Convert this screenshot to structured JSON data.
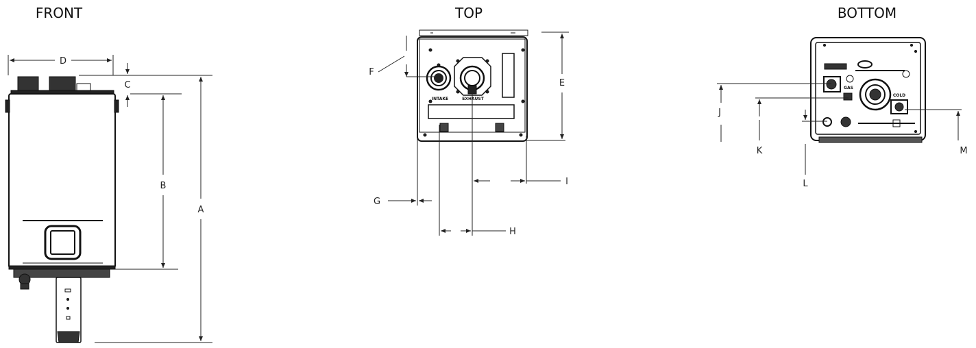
{
  "views": {
    "front": {
      "title": "FRONT"
    },
    "top": {
      "title": "TOP",
      "intake_label": "INTAKE",
      "exhaust_label": "EXHAUST"
    },
    "bottom": {
      "title": "BOTTOM",
      "gas_label": "GAS",
      "cold_label": "COLD"
    }
  },
  "dimensions": [
    "A",
    "B",
    "C",
    "D",
    "E",
    "F",
    "G",
    "H",
    "I",
    "J",
    "K",
    "L",
    "M"
  ]
}
